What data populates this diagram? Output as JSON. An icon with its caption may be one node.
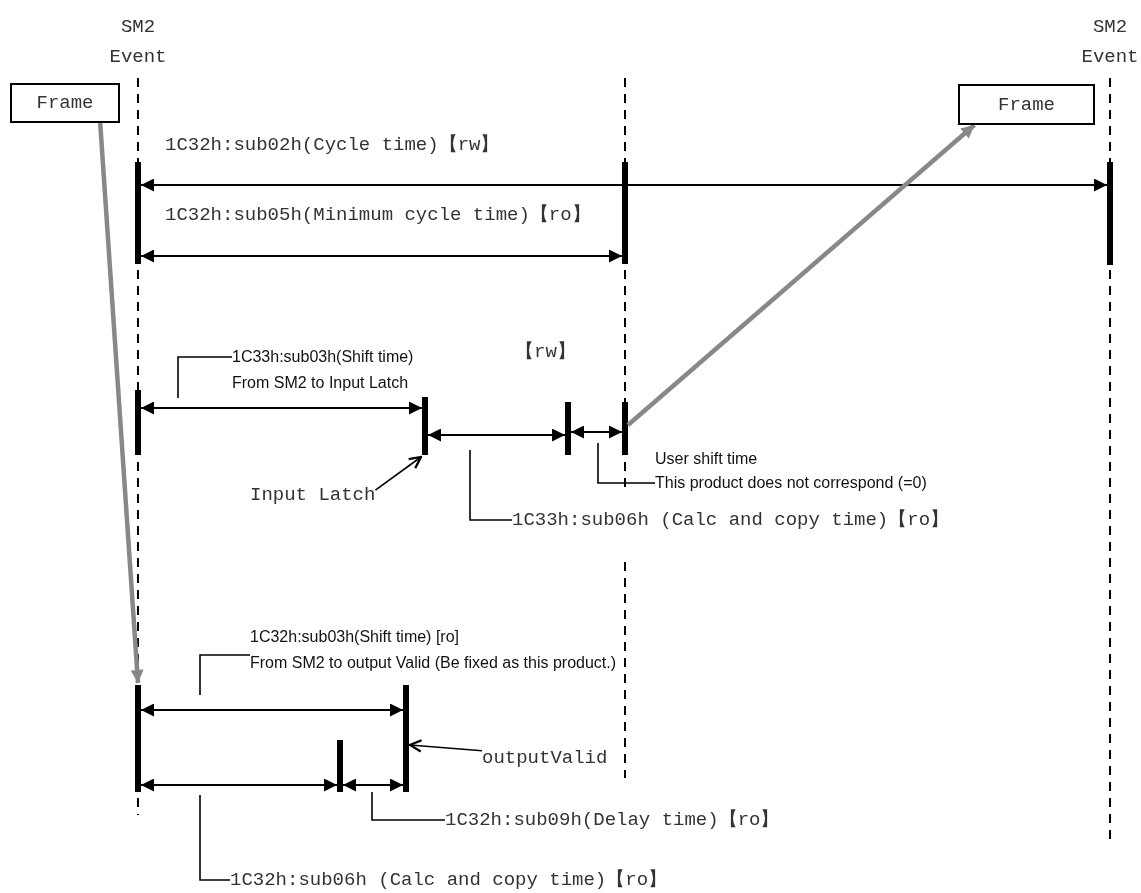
{
  "diagram": {
    "nodes": [
      {
        "text": [
          "Frame"
        ]
      },
      {
        "text": [
          "Frame"
        ]
      },
      {
        "text": [
          "1C33h:sub03h(Shift time)",
          "From SM2 to Input Latch"
        ]
      },
      {
        "text": [
          "Input Latch"
        ]
      },
      {
        "text": [
          "User shift time",
          "This product does not correspond (=0)"
        ]
      },
      {
        "text": [
          "1C33h:sub06h (Calc and copy time)【ro】"
        ]
      },
      {
        "text": [
          "1C32h:sub03h(Shift time)  [ro]",
          "From SM2 to output Valid (Be fixed as this product.)"
        ]
      },
      {
        "text": [
          "outputValid"
        ]
      },
      {
        "text": [
          "1C32h:sub09h(Delay time)【ro】"
        ]
      },
      {
        "text": [
          "1C32h:sub06h (Calc and copy time)【ro】"
        ]
      }
    ],
    "edges": [
      {
        "from": 0,
        "to": null,
        "arrow": "to",
        "style": "thick",
        "color": "#888888"
      },
      {
        "from": null,
        "to": 1,
        "arrow": "to",
        "style": "thick",
        "color": "#888888"
      },
      {
        "from": 2,
        "to": null,
        "arrow": "none"
      },
      {
        "from": 3,
        "to": null,
        "arrow": "to"
      },
      {
        "from": 4,
        "to": null,
        "arrow": "none"
      },
      {
        "from": 5,
        "to": null,
        "arrow": "none"
      },
      {
        "from": 6,
        "to": null,
        "arrow": "none"
      },
      {
        "from": 7,
        "to": null,
        "arrow": "to"
      },
      {
        "from": 8,
        "to": null,
        "arrow": "none"
      },
      {
        "from": 9,
        "to": null,
        "arrow": "none"
      }
    ],
    "labels": [
      "SM2 Event",
      "SM2 Event",
      "1C32h:sub02h(Cycle time)【rw】",
      "1C32h:sub05h(Minimum cycle time)【ro】",
      "【rw】"
    ]
  }
}
